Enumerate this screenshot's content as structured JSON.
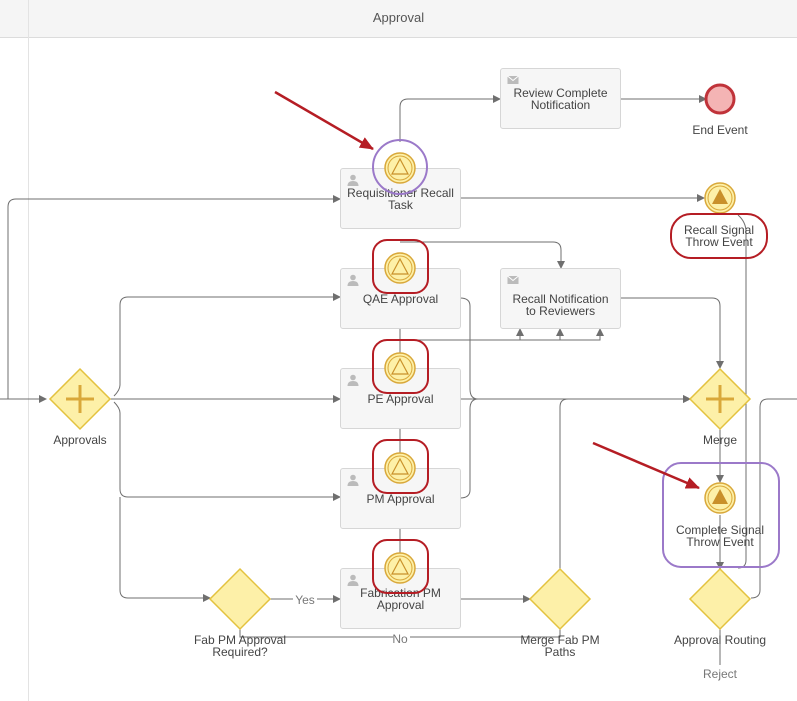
{
  "lane": {
    "title": "Approval"
  },
  "tasks": {
    "review_complete": "Review Complete Notification",
    "requisitioner_recall": "Requisitioner Recall Task",
    "qae_approval": "QAE Approval",
    "recall_notification": "Recall Notification to Reviewers",
    "pe_approval": "PE Approval",
    "pm_approval": "PM Approval",
    "fabrication_pm": "Fabrication PM Approval"
  },
  "events": {
    "end_event": "End Event",
    "recall_signal": "Recall Signal Throw Event",
    "complete_signal": "Complete Signal Throw Event"
  },
  "gateways": {
    "approvals": "Approvals",
    "merge": "Merge",
    "fab_required": "Fab PM Approval Required?",
    "merge_fab": "Merge Fab PM Paths",
    "approval_routing": "Approval Routing"
  },
  "flow_labels": {
    "yes": "Yes",
    "no": "No",
    "reject": "Reject"
  },
  "colors": {
    "flow_line": "#6f6f6f",
    "gateway_fill": "#fdf0a8",
    "gateway_stroke": "#e3c23f",
    "event_stroke": "#d9a83a",
    "end_event_fill": "#f4b4b4",
    "end_event_stroke": "#c0333a",
    "highlight_red": "#b51d24",
    "highlight_purple": "#9b79c9",
    "arrow_red": "#b51d24"
  },
  "icons": {
    "user_task": "user-icon",
    "send_task": "envelope-icon",
    "boundary_signal": "signal-catch-icon",
    "throw_signal": "signal-throw-icon",
    "parallel_gateway": "plus-icon"
  }
}
